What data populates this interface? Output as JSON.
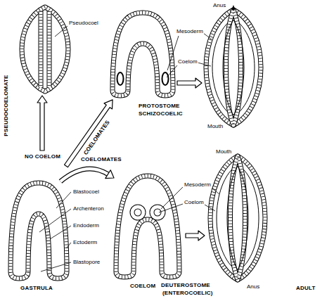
{
  "diagram": {
    "labels": [
      "Pseudocoel",
      "Anus",
      "Mesoderm",
      "Coelom",
      "PSEUDOCOELOMATE",
      "PROTOSTOME",
      "SCHIZOCOELIC",
      "Mouth",
      "NO COELOM",
      "COELOMATES",
      "Mouth",
      "COELOMATES",
      "Blastocoel",
      "Mesoderm",
      "Archenteron",
      "Coelom",
      "Endoderm",
      "Ectoderm",
      "Blastopore",
      "DEUTEROSTOME",
      "(ENTEROCOELIC)",
      "Anus",
      "GASTRULA",
      "COELOM",
      "ADULT"
    ]
  }
}
